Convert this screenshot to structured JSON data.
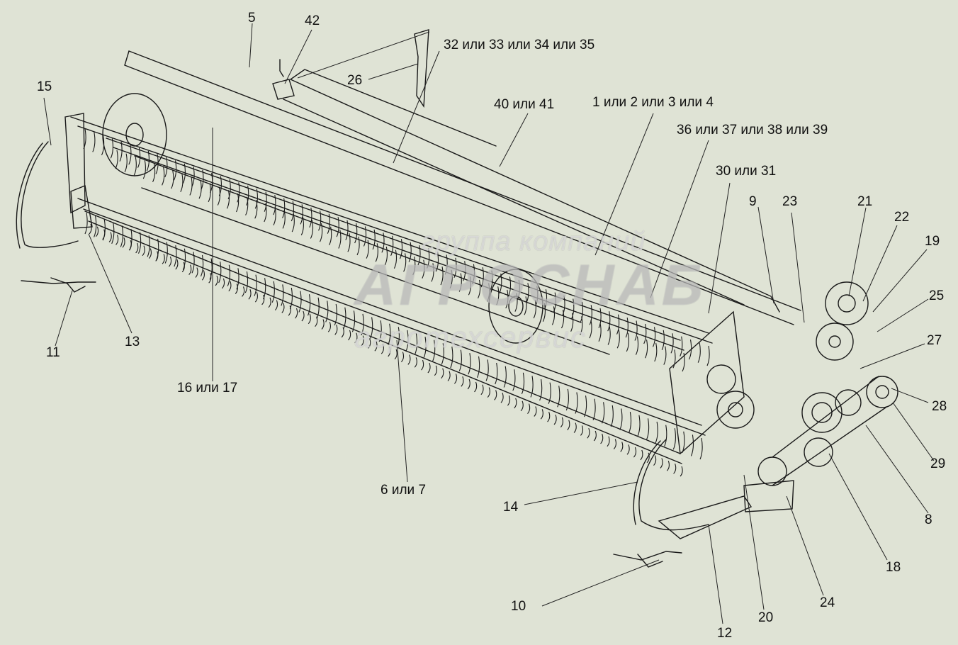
{
  "callouts": [
    {
      "id": "5",
      "text": "5"
    },
    {
      "id": "42",
      "text": "42"
    },
    {
      "id": "32-35",
      "text": "32 или 33 или 34 или 35"
    },
    {
      "id": "15",
      "text": "15"
    },
    {
      "id": "26",
      "text": "26"
    },
    {
      "id": "40-41",
      "text": "40 или 41"
    },
    {
      "id": "1-4",
      "text": "1 или 2 или 3 или 4"
    },
    {
      "id": "36-39",
      "text": "36 или 37 или 38 или 39"
    },
    {
      "id": "30-31",
      "text": "30 или 31"
    },
    {
      "id": "9",
      "text": "9"
    },
    {
      "id": "23",
      "text": "23"
    },
    {
      "id": "21",
      "text": "21"
    },
    {
      "id": "22",
      "text": "22"
    },
    {
      "id": "19",
      "text": "19"
    },
    {
      "id": "25",
      "text": "25"
    },
    {
      "id": "27",
      "text": "27"
    },
    {
      "id": "28",
      "text": "28"
    },
    {
      "id": "29",
      "text": "29"
    },
    {
      "id": "8",
      "text": "8"
    },
    {
      "id": "18",
      "text": "18"
    },
    {
      "id": "24",
      "text": "24"
    },
    {
      "id": "20",
      "text": "20"
    },
    {
      "id": "12",
      "text": "12"
    },
    {
      "id": "10",
      "text": "10"
    },
    {
      "id": "14",
      "text": "14"
    },
    {
      "id": "6-7",
      "text": "6 или 7"
    },
    {
      "id": "16-17",
      "text": "16 или 17"
    },
    {
      "id": "13",
      "text": "13"
    },
    {
      "id": "11",
      "text": "11"
    }
  ],
  "watermark": {
    "line1": "группа компаний",
    "line2": "АГРОСНАБ",
    "line3": "агротехсервис"
  },
  "colors": {
    "background": "#dfe3d5",
    "line": "#1a1a1a",
    "watermark": "#ffffff"
  }
}
